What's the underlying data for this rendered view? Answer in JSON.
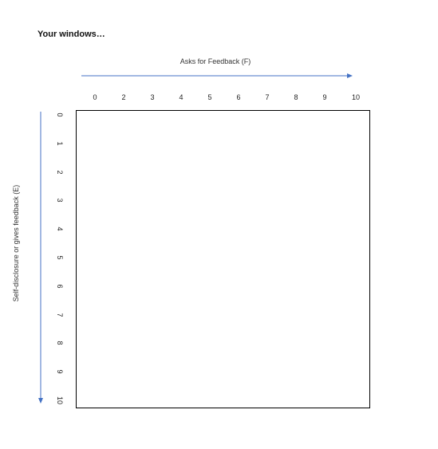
{
  "title": "Your windows…",
  "x_axis": {
    "label": "Asks for Feedback (F)",
    "ticks": [
      "0",
      "2",
      "3",
      "4",
      "5",
      "6",
      "7",
      "8",
      "9",
      "10"
    ]
  },
  "y_axis": {
    "label": "Self-disclosure or gives feedback (E)",
    "ticks": [
      "0",
      "1",
      "2",
      "3",
      "4",
      "5",
      "6",
      "7",
      "8",
      "9",
      "10"
    ]
  },
  "colors": {
    "arrow": "#4472C4",
    "box": "#000000"
  }
}
